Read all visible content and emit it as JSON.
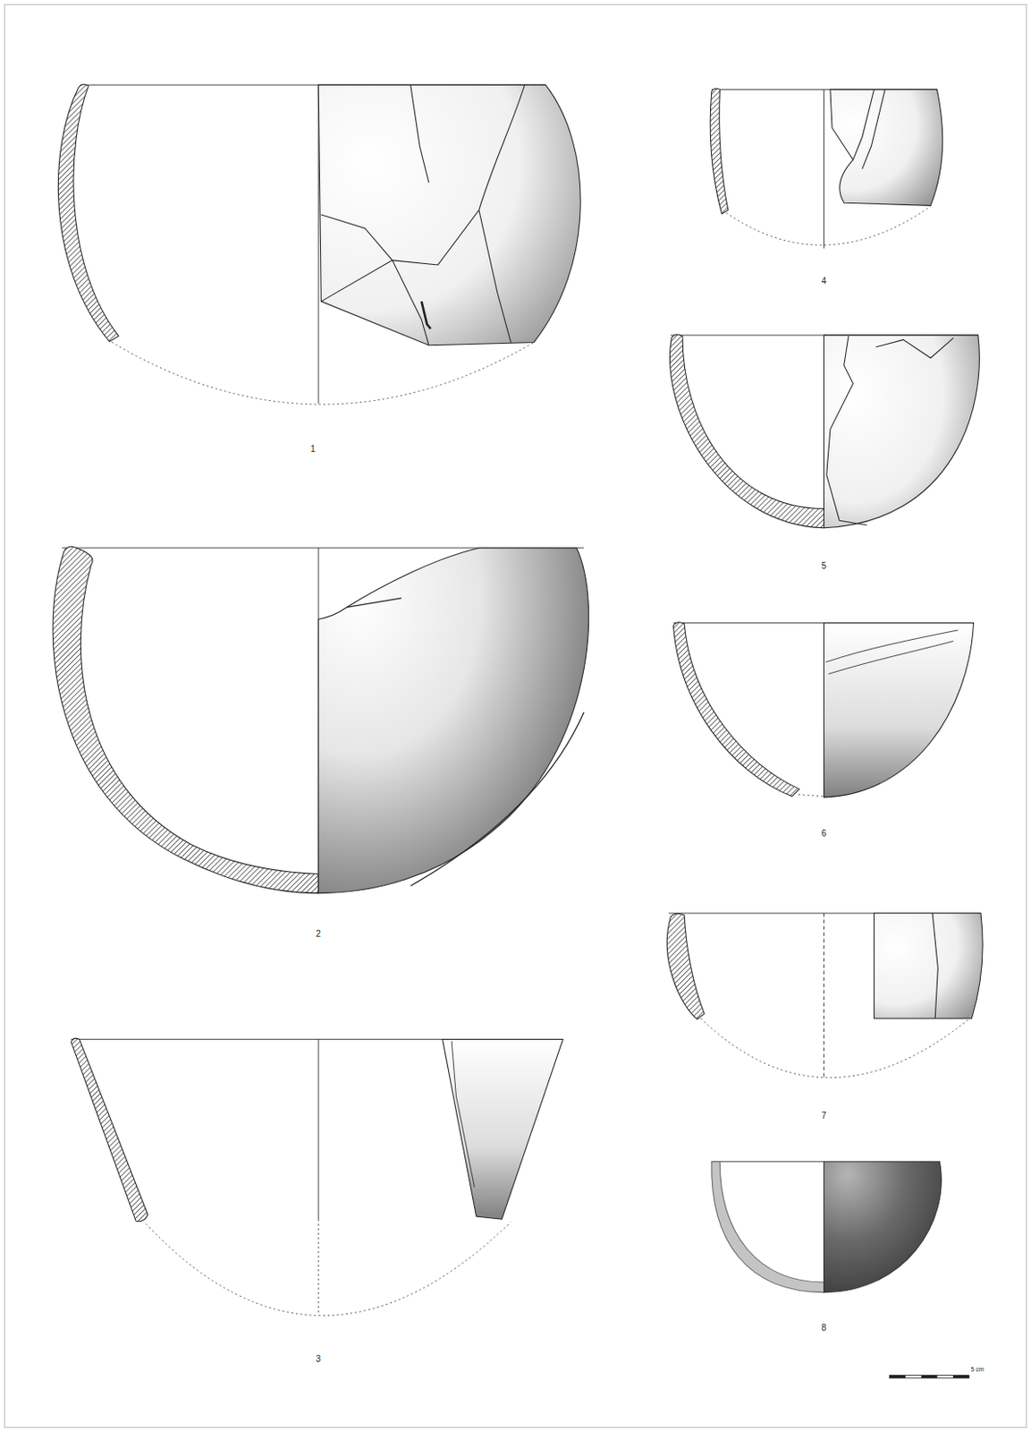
{
  "diagram": {
    "labels": [
      "1",
      "2",
      "3",
      "4",
      "5",
      "6",
      "7",
      "8",
      "5 cm"
    ]
  }
}
